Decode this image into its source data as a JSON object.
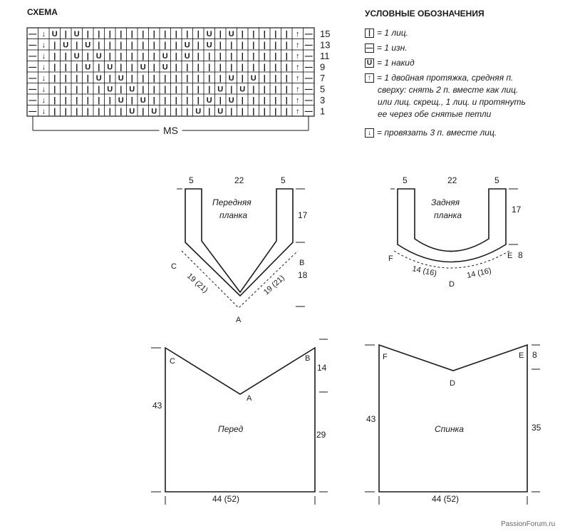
{
  "scheme": {
    "title": "СХЕМА",
    "repeat_label": "MS",
    "row_numbers": [
      "15",
      "13",
      "11",
      "9",
      "7",
      "5",
      "3",
      "1"
    ],
    "row_u_positions": [
      [
        0,
        2,
        14,
        16
      ],
      [
        1,
        3,
        12,
        14
      ],
      [
        2,
        4,
        10,
        12
      ],
      [
        3,
        5,
        8,
        10
      ],
      [
        4,
        6,
        16,
        18
      ],
      [
        5,
        7,
        15,
        17
      ],
      [
        6,
        8,
        14,
        16
      ],
      [
        7,
        9,
        13,
        15
      ]
    ]
  },
  "legend": {
    "title": "УСЛОВНЫЕ ОБОЗНАЧЕНИЯ",
    "items": [
      {
        "symbol": "|",
        "text": "= 1 лиц."
      },
      {
        "symbol": "—",
        "text": "= 1 изн."
      },
      {
        "symbol": "U",
        "text": "= 1 накид"
      },
      {
        "symbol": "↑",
        "text": "= 1 двойная протяжка, средняя п."
      },
      {
        "symbol": "",
        "text": "сверху: снять 2 п. вместе как лиц."
      },
      {
        "symbol": "",
        "text": "или лиц. скрещ., 1 лиц. и протянуть"
      },
      {
        "symbol": "",
        "text": "ее через обе снятые петли"
      },
      {
        "symbol": "↓",
        "text": "= провязать 3 п. вместе лиц."
      }
    ]
  },
  "front_placket": {
    "title_line1": "Передняя",
    "title_line2": "планка",
    "width_top": "22",
    "strap_left": "5",
    "strap_right": "5",
    "height": "17",
    "depth": "18",
    "side_left": "19 (21)",
    "side_right": "19 (21)",
    "point_a": "A",
    "point_b": "B",
    "point_c": "C"
  },
  "back_placket": {
    "title_line1": "Задняя",
    "title_line2": "планка",
    "width_top": "22",
    "strap_left": "5",
    "strap_right": "5",
    "height": "17",
    "depth": "8",
    "side_left": "14 (16)",
    "side_right": "14 (16)",
    "point_d": "D",
    "point_e": "E",
    "point_f": "F"
  },
  "front": {
    "label": "Перед",
    "height_left": "43",
    "height_right": "29",
    "neck_depth": "14",
    "width": "44 (52)",
    "point_a": "A",
    "point_b": "B",
    "point_c": "C"
  },
  "back": {
    "label": "Спинка",
    "height_left": "43",
    "height_right": "35",
    "neck_depth": "8",
    "width": "44 (52)",
    "point_d": "D",
    "point_e": "E",
    "point_f": "F"
  },
  "watermark": "PassionForum.ru",
  "colors": {
    "ink": "#1a1a1a",
    "background": "#ffffff"
  }
}
